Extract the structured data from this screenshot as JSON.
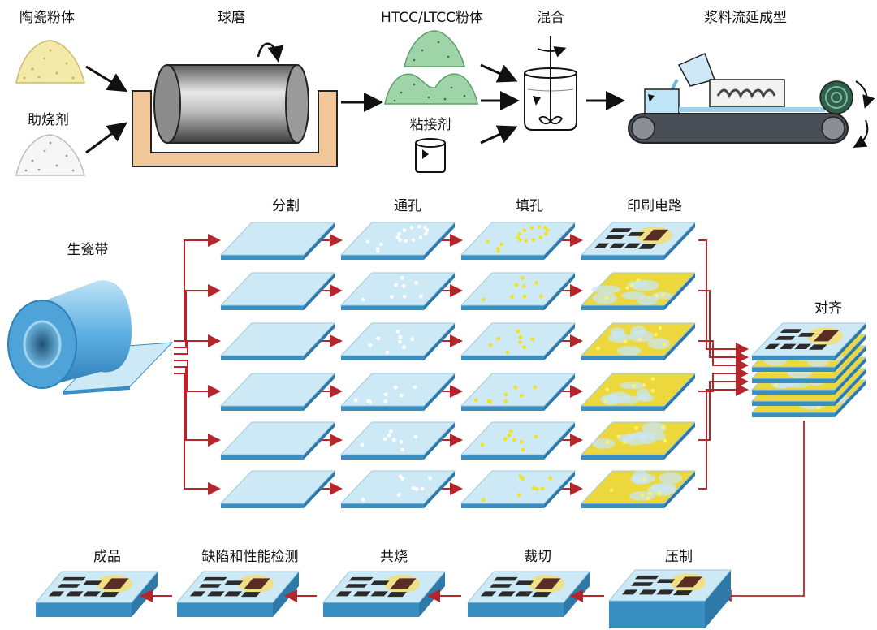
{
  "labels": {
    "ceramic_powder": "陶瓷粉体",
    "sintering_aid": "助烧剂",
    "ball_mill": "球磨",
    "htcc_ltcc_powder": "HTCC/LTCC粉体",
    "binder": "粘接剂",
    "mixing": "混合",
    "tape_casting": "浆料流延成型",
    "green_tape": "生瓷带",
    "cutting": "分割",
    "via_punching": "通孔",
    "via_filling": "填孔",
    "circuit_printing": "印刷电路",
    "alignment": "对齐",
    "lamination": "压制",
    "dicing": "裁切",
    "cofiring": "共烧",
    "inspection": "缺陷和性能检测",
    "final_product": "成品"
  },
  "colors": {
    "arrow_black": "#111111",
    "arrow_red": "#b3262b",
    "sheet_top": "#cde9f5",
    "sheet_side": "#3a8fc2",
    "via_white": "#ffffff",
    "via_yellow": "#f2e21f",
    "print_yellow": "#ecd83c",
    "conductor_dark": "#2b2b2b",
    "pad_brown": "#5a2c26",
    "mill_frame": "#f1c79a",
    "tape_roll": "#5fb0e2"
  }
}
